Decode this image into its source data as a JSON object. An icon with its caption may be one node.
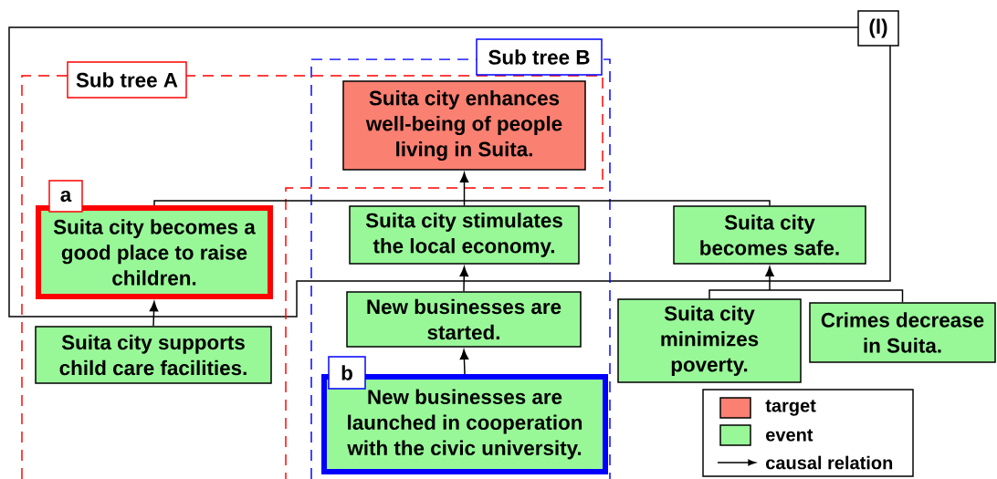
{
  "diagram": {
    "nodes": [
      {
        "text": [
          "Sub tree A"
        ]
      },
      {
        "text": [
          "Sub tree B"
        ]
      },
      {
        "text": [
          "(l)"
        ]
      },
      {
        "text": [
          "Suita city enhances well-being of people living in Suita."
        ],
        "in": 1
      },
      {
        "text": [
          "a"
        ]
      },
      {
        "text": [
          "Suita city becomes a good place to raise children."
        ]
      },
      {
        "text": [
          "Suita city stimulates the local economy."
        ],
        "in": 1
      },
      {
        "text": [
          "Suita city becomes safe."
        ]
      },
      {
        "text": [
          "Suita city supports child care facilities."
        ]
      },
      {
        "text": [
          "New businesses are started."
        ],
        "in": 1
      },
      {
        "text": [
          "Suita city minimizes poverty."
        ]
      },
      {
        "text": [
          "Crimes decrease in Suita."
        ]
      },
      {
        "text": [
          "b"
        ],
        "in": 1
      },
      {
        "text": [
          "New businesses are launched in cooperation with the civic university."
        ],
        "in": 1
      }
    ],
    "edges": [
      {
        "from": 5,
        "to": 3,
        "arrow": "to"
      },
      {
        "from": 6,
        "to": 3,
        "arrow": "to"
      },
      {
        "from": 7,
        "to": 3,
        "arrow": "to"
      },
      {
        "from": 8,
        "to": 5,
        "arrow": "to"
      },
      {
        "from": 9,
        "to": 6,
        "arrow": "to"
      },
      {
        "from": 13,
        "to": 9,
        "arrow": "to"
      },
      {
        "from": 10,
        "to": 7,
        "arrow": "to"
      },
      {
        "from": 11,
        "to": 7,
        "arrow": "to"
      }
    ],
    "legend": [
      {
        "text": "target",
        "color": "#fa8072"
      },
      {
        "text": "event",
        "color": "#98f898"
      },
      {
        "text": "causal relation"
      }
    ]
  }
}
